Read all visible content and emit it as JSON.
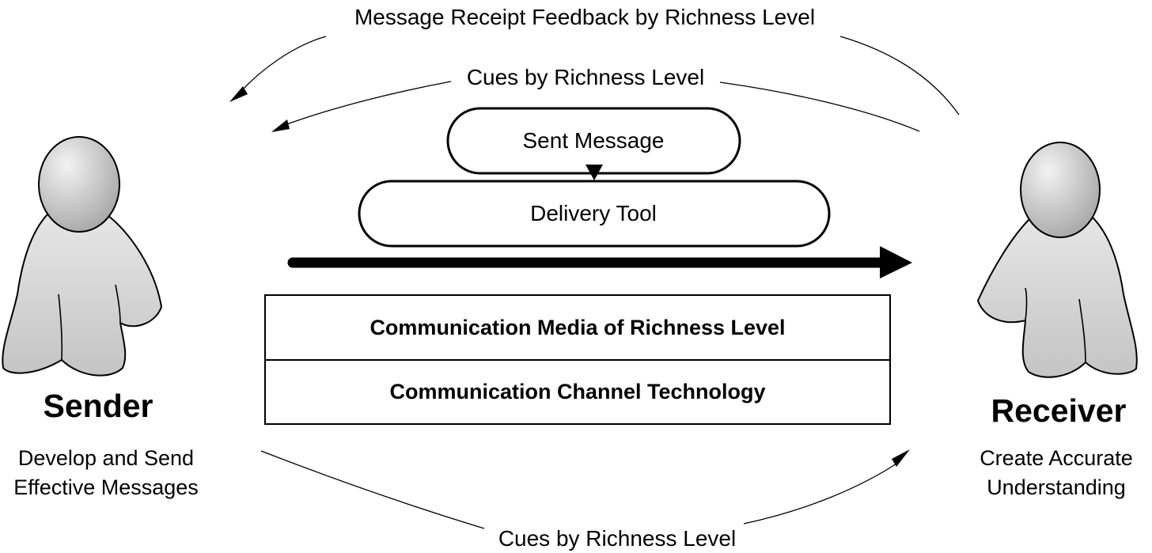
{
  "arcs": {
    "top_feedback": "Message Receipt Feedback by Richness Level",
    "top_cues": "Cues by Richness Level",
    "bottom_cues": "Cues by Richness Level"
  },
  "pipeline": {
    "sent_message": "Sent Message",
    "delivery_tool": "Delivery Tool"
  },
  "channel_box": {
    "media": "Communication Media of Richness Level",
    "technology": "Communication Channel Technology"
  },
  "sender": {
    "name": "Sender",
    "description_line1": "Develop and Send",
    "description_line2": "Effective Messages"
  },
  "receiver": {
    "name": "Receiver",
    "description_line1": "Create Accurate",
    "description_line2": "Understanding"
  },
  "colors": {
    "ink": "#000000",
    "person_fill": "#cfcfcf",
    "background": "#ffffff"
  }
}
